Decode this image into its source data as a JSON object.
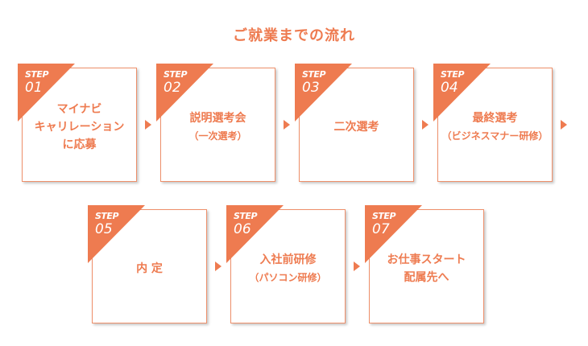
{
  "title": "ご就業までの流れ",
  "step_label": "STEP",
  "steps": [
    {
      "num": "01",
      "lines": [
        "マイナビ",
        "キャリレーション",
        "に応募"
      ]
    },
    {
      "num": "02",
      "lines": [
        "説明選考会",
        "（一次選考）"
      ]
    },
    {
      "num": "03",
      "lines": [
        "二次選考"
      ]
    },
    {
      "num": "04",
      "lines": [
        "最終選考",
        "（ビジネスマナー研修）"
      ]
    },
    {
      "num": "05",
      "lines": [
        "内 定"
      ]
    },
    {
      "num": "06",
      "lines": [
        "入社前研修",
        "（パソコン研修）"
      ]
    },
    {
      "num": "07",
      "lines": [
        "お仕事スタート",
        "配属先へ"
      ]
    }
  ],
  "colors": {
    "accent": "#ee7b50",
    "border": "#ee8f6a"
  }
}
